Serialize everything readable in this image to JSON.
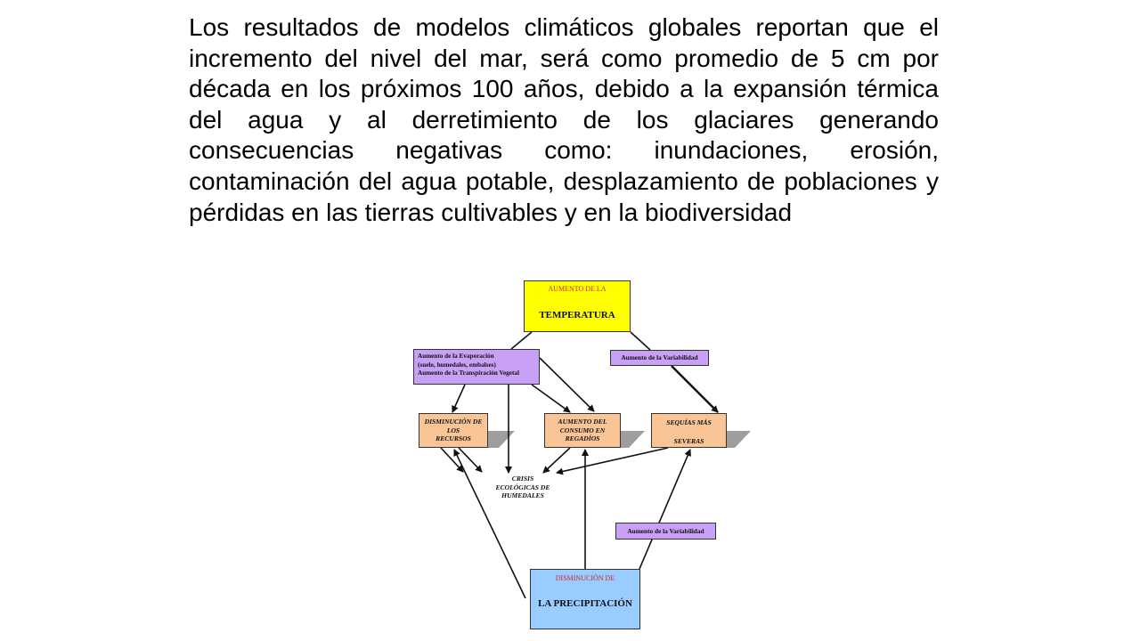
{
  "paragraph": "Los resultados de modelos climáticos globales reportan que el incremento del nivel del mar, será como promedio de 5 cm por década en los próximos 100 años, debido a la expansión térmica del agua y al derretimiento de los glaciares generando consecuencias negativas como: inundaciones, erosión, contaminación del agua potable, desplazamiento de poblaciones y pérdidas en las tierras cultivables y en la biodiversidad",
  "diagram": {
    "temperatura": {
      "prefix": "AUMENTO DE LA",
      "title": "TEMPERATURA"
    },
    "evaporacion": {
      "lines": [
        "Aumento de la Evaporación",
        "(suelo, humedales, embalses)",
        "Aumento de la Transpiración Vegetal"
      ]
    },
    "variabilidad_top": "Aumento de la Variabilidad",
    "variabilidad_bottom": "Aumento de la Variabilidad",
    "recursos": {
      "lines": [
        "DISMINUCIÓN DE",
        "LOS",
        "RECURSOS"
      ]
    },
    "consumo": {
      "lines": [
        "AUMENTO DEL",
        "CONSUMO EN",
        "REGADÍOS"
      ]
    },
    "sequias": {
      "lines": [
        "SEQUÍAS MÁS",
        "SEVERAS"
      ]
    },
    "crisis": {
      "lines": [
        "CRISIS",
        "ECOLÓGICAS DE",
        "HUMEDALES"
      ]
    },
    "precipitacion": {
      "prefix": "DISMINUCIÓN DE",
      "title": "LA PRECIPITACIÓN"
    },
    "colors": {
      "temperatura": "#ffff00",
      "purple": "#c8a0f5",
      "orange": "#f9c596",
      "precipitacion": "#99ccff",
      "red_text": "#d0262e"
    }
  }
}
